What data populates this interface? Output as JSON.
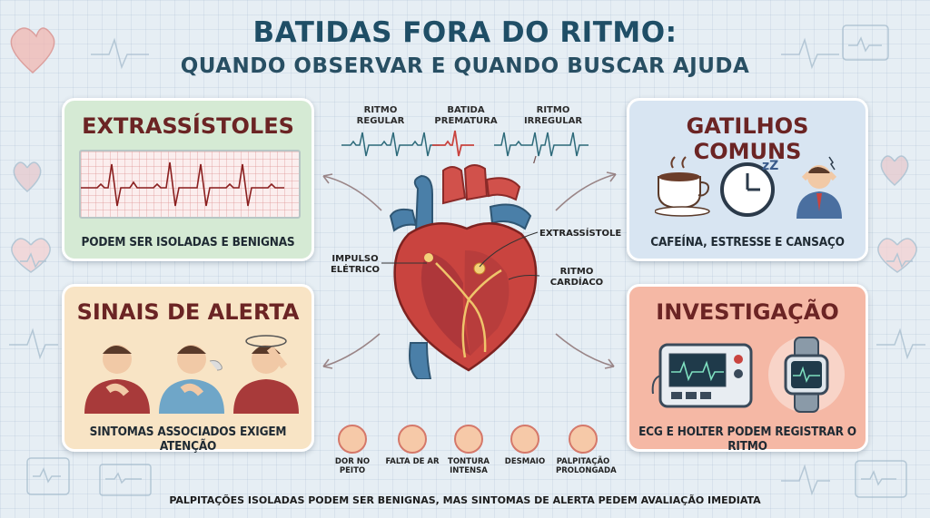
{
  "title": {
    "line1": "BATIDAS FORA DO RITMO:",
    "line2": "QUANDO OBSERVAR E QUANDO BUSCAR AJUDA"
  },
  "rhythm_labels": {
    "regular": "RITMO REGULAR",
    "premature": "BATIDA PREMATURA",
    "irregular": "RITMO IRREGULAR"
  },
  "cards": {
    "extrassistoles": {
      "title": "EXTRASSÍSTOLES",
      "caption": "PODEM SER ISOLADAS E BENIGNAS",
      "color": "#d5ead4"
    },
    "gatilhos": {
      "title": "GATILHOS COMUNS",
      "caption": "CAFEÍNA, ESTRESSE E CANSAÇO",
      "color": "#d8e5f2"
    },
    "alerta": {
      "title": "SINAIS DE ALERTA",
      "caption": "SINTOMAS ASSOCIADOS EXIGEM ATENÇÃO",
      "color": "#f8e4c5"
    },
    "investigacao": {
      "title": "INVESTIGAÇÃO",
      "caption": "ECG E HOLTER PODEM REGISTRAR O RITMO",
      "color": "#f5b8a5"
    }
  },
  "heart_labels": {
    "impulso": "IMPULSO ELÉTRICO",
    "extrassistole": "EXTRASSÍSTOLE",
    "ritmo": "RITMO CARDÍACO"
  },
  "symptoms": [
    {
      "label": "DOR NO PEITO",
      "icon": "heart-chest-icon"
    },
    {
      "label": "FALTA DE AR",
      "icon": "lungs-icon"
    },
    {
      "label": "TONTURA INTENSA",
      "icon": "dizzy-head-icon"
    },
    {
      "label": "DESMAIO",
      "icon": "fainting-person-icon"
    },
    {
      "label": "PALPITAÇÃO PROLONGADA",
      "icon": "heart-pulse-icon"
    }
  ],
  "footer": "PALPITAÇÕES ISOLADAS PODEM SER BENIGNAS, MAS SINTOMAS DE ALERTA PEDEM AVALIAÇÃO IMEDIATA",
  "colors": {
    "title": "#1f4e66",
    "card_title": "#6b2424",
    "heart_red": "#c9443f",
    "vessel_blue": "#4a7fa8"
  }
}
